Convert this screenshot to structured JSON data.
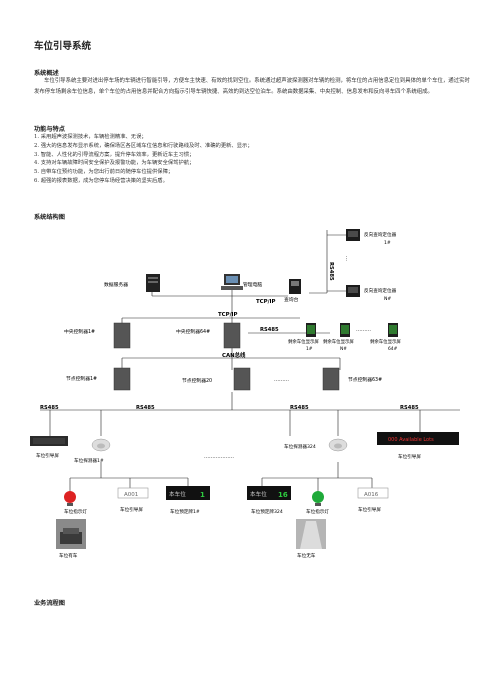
{
  "doc": {
    "title": "车位引导系统",
    "section_overview": "系统概述",
    "overview_text": "车位引导系统主要对进出停车场的车辆进行智能引导，方便车主快速、有效的找到空位。系统通过超声波探测器对车辆的检测，将车位的占用信息定位到具体的单个车位，通过实时发布停车场剩余车位信息，单个车位的占用信息并配合方向指示引导车辆快捷、高效的到达空位泊车。系统由数据采集、中央控制、信息发布和反向寻车四个系统组成。",
    "section_features": "功能与特点",
    "features": [
      "1. 采用超声波探测技术，车辆检测精准、无误；",
      "2. 强大的信息发布显示系统，确保场区各区域车位信息和行驶路线及时、准确的更新、显示；",
      "3. 智能、人性化的引导流程方案，提升停车效率，更新近车主习惯；",
      "4. 支持对车辆故障时间安全保护及报警功能，为车辆安全保驾护航；",
      "5. 自带车位预约功能，为您出行前日的随停车位提供保障；",
      "6. 超强的报表数据，成为您停车场经营决策的坚实后盾。"
    ],
    "section_structure": "系统结构图",
    "section_flow": "业务流程图"
  },
  "diagram": {
    "labels": {
      "db_server": "数据服务器",
      "mgmt_pc": "管理电脑",
      "query_machine": "查询台",
      "tcpip_1": "TCP/IP",
      "tcpip_2": "TCP/IP",
      "rs485_vertical": "RS485",
      "rs485_h1": "RS485",
      "rs485_left": "RS485",
      "rs485_mid": "RS485",
      "rs485_right1": "RS485",
      "rs485_right2": "RS485",
      "query_t1": "反向查询定位器",
      "query_t1n": "1#",
      "query_tn": "反向查询定位器",
      "query_tnn": "N#",
      "cc_1": "中央控制器1#",
      "cc_64": "中央控制器64#",
      "can_bus": "CAN总线",
      "disp_1": "剩余车位显示屏",
      "disp_1n": "1#",
      "disp_n": "剩余车位显示屏",
      "disp_nn": "N#",
      "disp_64": "剩余车位显示屏",
      "disp_64n": "64#",
      "node_1": "节点控制器1#",
      "node_20": "节点控制器20",
      "node_63": "节点控制器63#",
      "dots": "……",
      "dots2": "………",
      "dots3": "………………",
      "guide_screen_l": "车位引导屏",
      "detector_1": "车位探测器1#",
      "detector_324": "车位探测器324",
      "guide_screen_r": "车位引导屏",
      "led_banner": "000 Available Lots",
      "indicator_l": "车位指示灯",
      "guide_panel": "车位引导屏",
      "locator_1": "车位预定牌1#",
      "locator_324": "车位预定牌324",
      "indicator_r": "车位指示灯",
      "guide_panel_r": "车位引导屏",
      "park_car": "车位有车",
      "no_car": "车位无车",
      "led_a": "A001",
      "led_b": "A016",
      "sign1": "本车位",
      "sign1v": "1",
      "sign2": "本车位",
      "sign2v": "16"
    }
  }
}
